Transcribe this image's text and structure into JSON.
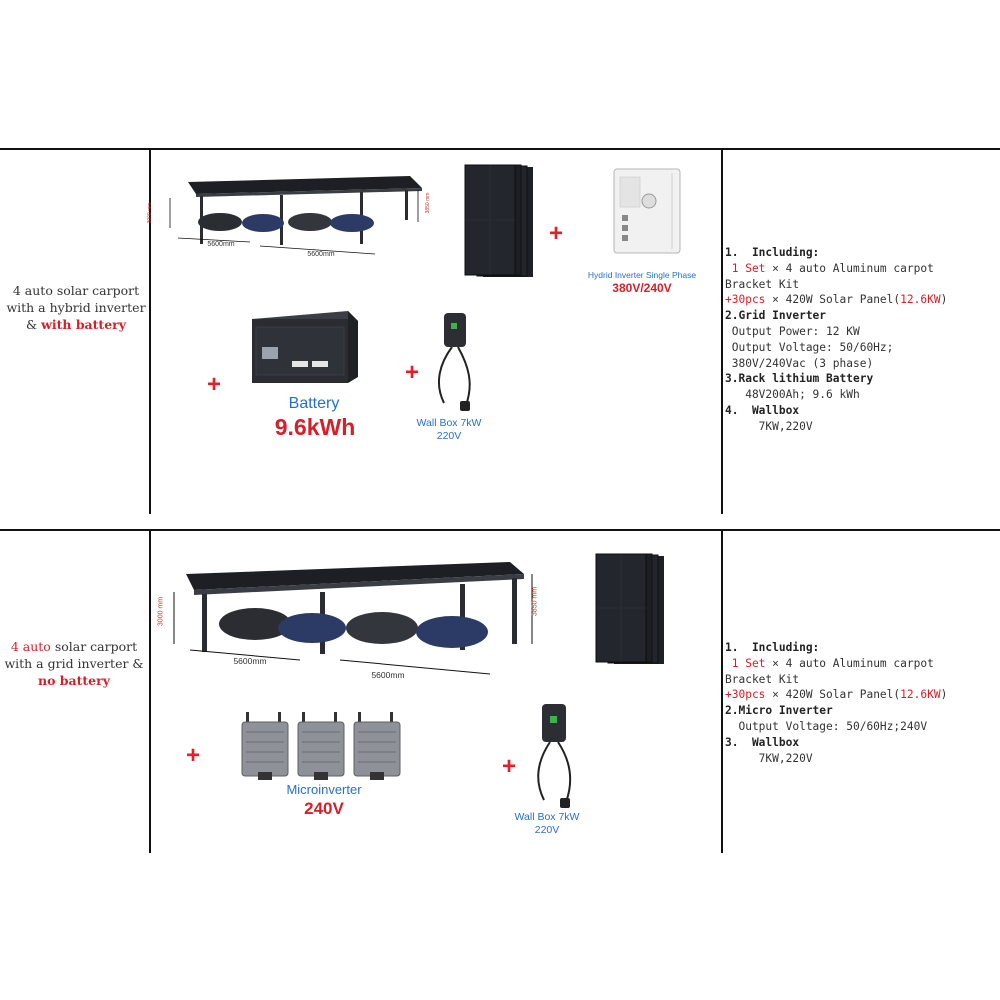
{
  "row1": {
    "label_parts": [
      "4 auto solar carport with a hybrid inverter & ",
      "with battery"
    ],
    "inverter_caption": "Hydrid Inverter Single Phase",
    "inverter_voltage": "380V/240V",
    "battery_caption": "Battery",
    "battery_capacity": "9.6kWh",
    "wallbox_caption": "Wall Box 7kW",
    "wallbox_voltage": "220V",
    "dim_width": "5600mm",
    "dim_height_left": "3000 mm",
    "dim_height_right": "3850 mm",
    "spec": {
      "l1": "1.  Including:",
      "l2_red": " 1 Set",
      "l2_rest": " × 4 auto Aluminum carpot",
      "l3": "Bracket Kit",
      "l4_red": "+30pcs",
      "l4_mid": " × 420W Solar Panel(",
      "l4_red2": "12.6KW",
      "l4_end": ")",
      "l5": "2.Grid Inverter",
      "l6": " Output Power: 12 KW",
      "l7": " Output Voltage: 50/60Hz;",
      "l8": " 380V/240Vac (3 phase)",
      "l9": "3.Rack lithium Battery",
      "l10": "   48V200Ah; 9.6 kWh",
      "l11": "4.  Wallbox",
      "l12": "     7KW,220V"
    }
  },
  "row2": {
    "label_a_red": "4 auto",
    "label_b": " solar carport with a grid inverter & ",
    "label_c_red": "no battery",
    "micro_caption": "Microinverter",
    "micro_voltage": "240V",
    "wallbox_caption": "Wall Box 7kW",
    "wallbox_voltage": "220V",
    "dim_width": "5600mm",
    "dim_height_left": "3000 mm",
    "dim_height_right": "3850 mm",
    "spec": {
      "l1": "1.  Including:",
      "l2_red": " 1 Set",
      "l2_rest": " × 4 auto Aluminum carpot",
      "l3": "Bracket Kit",
      "l4_red": "+30pcs",
      "l4_mid": " × 420W Solar Panel(",
      "l4_red2": "12.6KW",
      "l4_end": ")",
      "l5": "2.Micro Inverter",
      "l6": "  Output Voltage: 50/60Hz;240V",
      "l7": "3.  Wallbox",
      "l8": "     7KW,220V"
    }
  },
  "colors": {
    "accent_red": "#d4202a",
    "caption_blue": "#2a6fc4",
    "line": "#111111"
  }
}
